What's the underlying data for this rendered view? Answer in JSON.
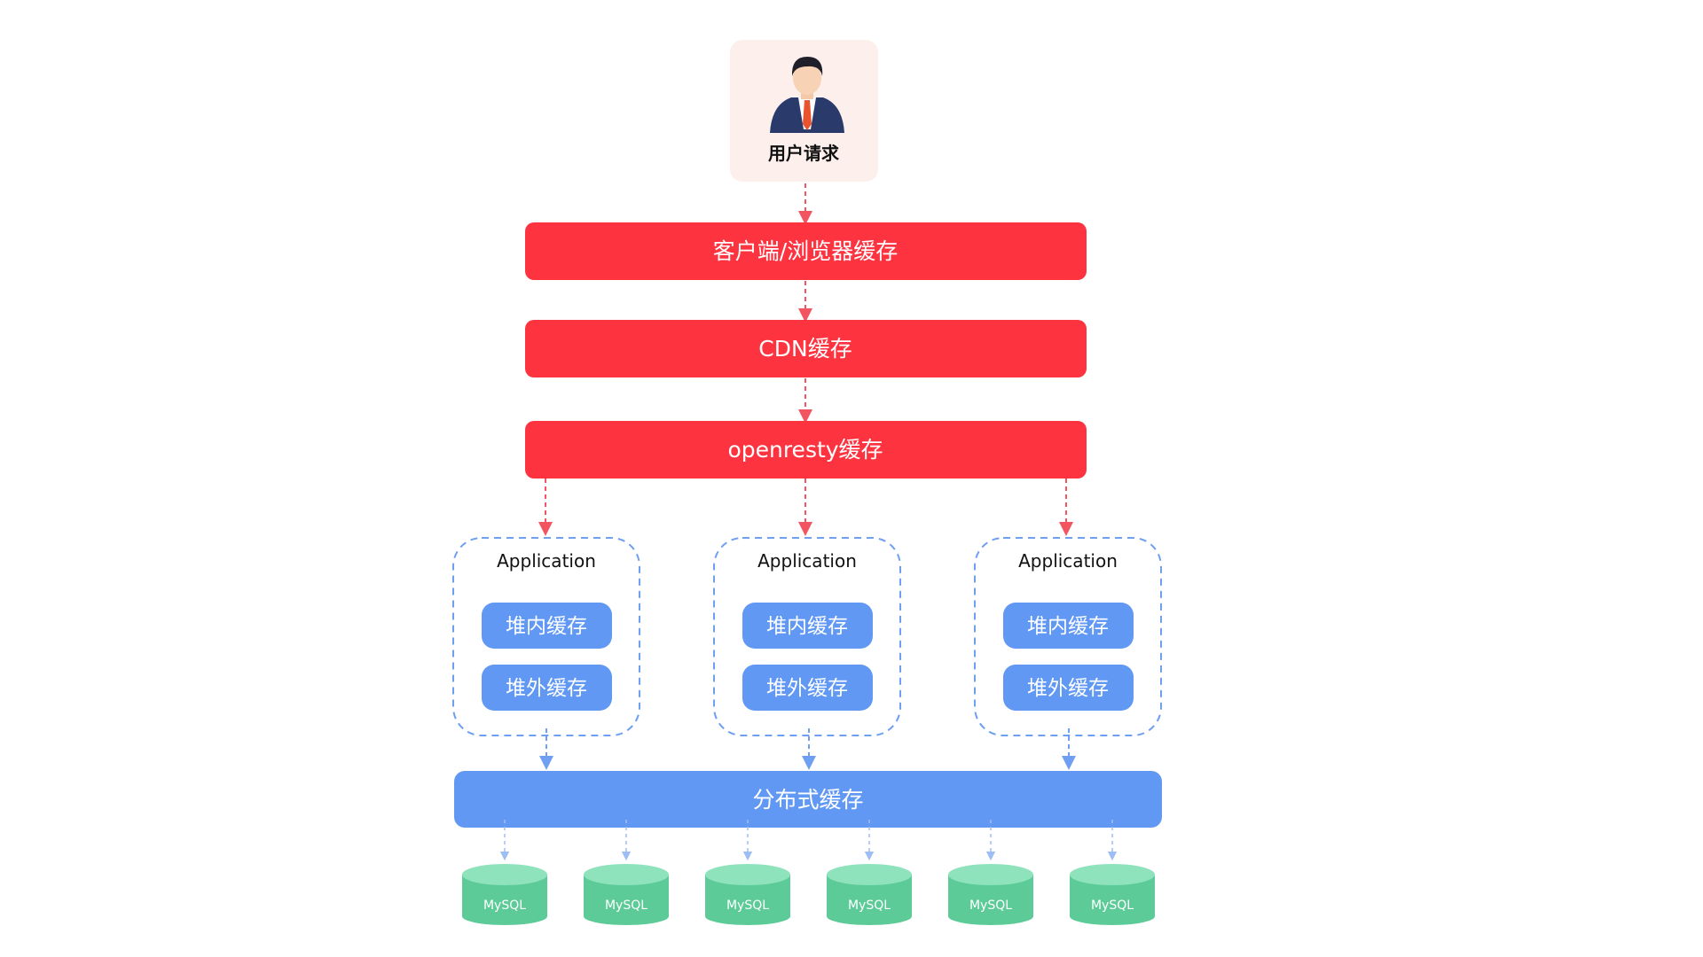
{
  "user": {
    "label": "用户请求",
    "icon": "businessman-icon"
  },
  "layers": {
    "client": "客户端/浏览器缓存",
    "cdn": "CDN缓存",
    "openresty": "openresty缓存",
    "distributed": "分布式缓存"
  },
  "applications": [
    {
      "title": "Application",
      "heap": "堆内缓存",
      "offheap": "堆外缓存"
    },
    {
      "title": "Application",
      "heap": "堆内缓存",
      "offheap": "堆外缓存"
    },
    {
      "title": "Application",
      "heap": "堆内缓存",
      "offheap": "堆外缓存"
    }
  ],
  "databases": [
    "MySQL",
    "MySQL",
    "MySQL",
    "MySQL",
    "MySQL",
    "MySQL"
  ],
  "colors": {
    "red": "#fd3340",
    "blue": "#6198f4",
    "green": "#5ccb98",
    "green_top": "#8ee3bd",
    "user_bg": "#fdefec",
    "dash_red": "#f25560",
    "dash_blue": "#6f9ff0"
  }
}
